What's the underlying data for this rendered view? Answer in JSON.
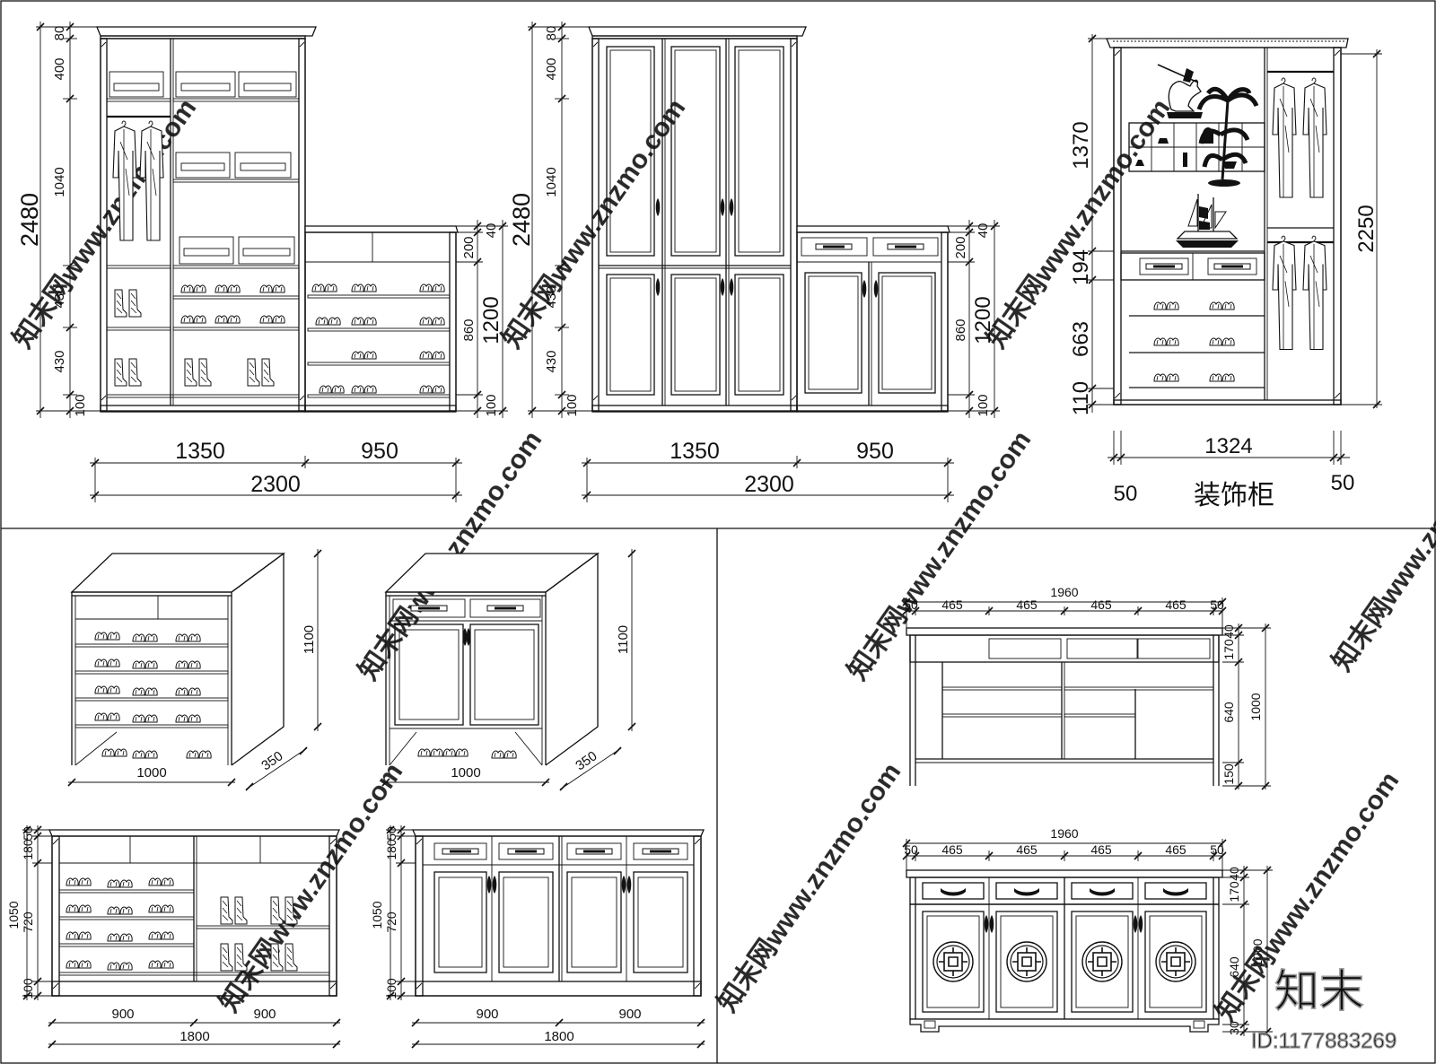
{
  "drawing": {
    "top_left": {
      "heights_left": [
        "80",
        "400",
        "1040",
        "430",
        "430",
        "100"
      ],
      "total_height": "2480",
      "heights_right": [
        "40",
        "200",
        "860",
        "100"
      ],
      "right_total": "1200",
      "widths": [
        "1350",
        "950"
      ],
      "total_width": "2300"
    },
    "top_middle": {
      "heights_left": [
        "80",
        "400",
        "1040",
        "430",
        "430",
        "100"
      ],
      "total_height": "2480",
      "heights_right": [
        "40",
        "200",
        "860",
        "100"
      ],
      "right_total": "1200",
      "widths": [
        "1350",
        "950"
      ],
      "total_width": "2300"
    },
    "top_right": {
      "heights_left": [
        "1370",
        "194",
        "663",
        "110"
      ],
      "total_height": "2250",
      "width": "1324",
      "side_left": "50",
      "side_right": "50",
      "caption": "装饰柜"
    },
    "iso_cabinets": {
      "height": "1100",
      "width": "1000",
      "depth": "350"
    },
    "bottom_left_cabinets": {
      "heights": [
        "50",
        "180",
        "720",
        "100"
      ],
      "total_height": "1050",
      "widths": [
        "900",
        "900"
      ],
      "total_width": "1800"
    },
    "sideboards": {
      "total_width": "1960",
      "segments": [
        "50",
        "465",
        "465",
        "465",
        "465",
        "50"
      ],
      "heights_top": [
        "40",
        "170",
        "640",
        "150"
      ],
      "total_height_top": "1000",
      "heights_bottom": [
        "40",
        "170",
        "640",
        "30"
      ],
      "total_height_bottom": "1000"
    },
    "watermark": {
      "text": "知末网www.znzmo.com",
      "logo": "知末",
      "id": "ID:1177883269"
    }
  }
}
